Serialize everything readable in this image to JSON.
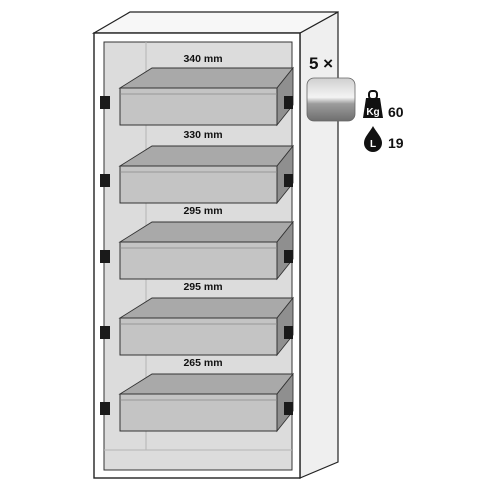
{
  "cabinet": {
    "shelves": [
      {
        "label": "340 mm"
      },
      {
        "label": "330 mm"
      },
      {
        "label": "295 mm"
      },
      {
        "label": "295 mm"
      },
      {
        "label": "265 mm"
      }
    ]
  },
  "legend": {
    "quantity": "5 ×",
    "load_icon_text": "Kg",
    "load_value": "60",
    "volume_icon_text": "L",
    "volume_value": "19"
  },
  "colors": {
    "cabinet_outline": "#222222",
    "cabinet_side": "#efefef",
    "interior": "#dcdcdc",
    "tray_dark": "#8f8f8f",
    "tray_mid": "#a9a9a9",
    "tray_light": "#c4c4c4",
    "bracket": "#1a1a1a"
  }
}
